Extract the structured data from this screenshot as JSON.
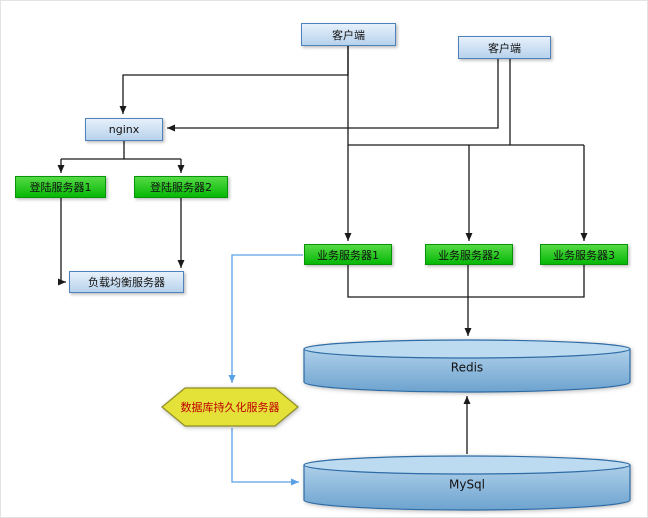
{
  "diagram": {
    "title": "client-nginx-business-server architecture diagram",
    "nodes": {
      "client1": {
        "label": "客户端",
        "type": "process"
      },
      "client2": {
        "label": "客户端",
        "type": "process"
      },
      "nginx": {
        "label": "nginx",
        "type": "process"
      },
      "login1": {
        "label": "登陆服务器1",
        "type": "server"
      },
      "login2": {
        "label": "登陆服务器2",
        "type": "server"
      },
      "load_balancer": {
        "label": "负载均衡服务器",
        "type": "process"
      },
      "biz1": {
        "label": "业务服务器1",
        "type": "server"
      },
      "biz2": {
        "label": "业务服务器2",
        "type": "server"
      },
      "biz3": {
        "label": "业务服务器3",
        "type": "server"
      },
      "redis": {
        "label": "Redis",
        "type": "database-cylinder"
      },
      "mysql": {
        "label": "MySql",
        "type": "database-cylinder"
      },
      "persistence": {
        "label": "数据库持久化服务器",
        "type": "hexagon"
      }
    },
    "edges": [
      {
        "from": "client1",
        "to": "nginx",
        "color": "black"
      },
      {
        "from": "client1",
        "to": "biz1",
        "color": "black"
      },
      {
        "from": "client2",
        "to": "nginx",
        "color": "black"
      },
      {
        "from": "client2",
        "to": "biz2",
        "color": "black"
      },
      {
        "from": "client2",
        "to": "biz3",
        "color": "black"
      },
      {
        "from": "nginx",
        "to": "login1",
        "color": "black"
      },
      {
        "from": "nginx",
        "to": "login2",
        "color": "black"
      },
      {
        "from": "login1",
        "to": "load_balancer",
        "color": "black"
      },
      {
        "from": "login2",
        "to": "load_balancer",
        "color": "black"
      },
      {
        "from": "biz1",
        "to": "redis",
        "color": "black"
      },
      {
        "from": "biz2",
        "to": "redis",
        "color": "black"
      },
      {
        "from": "biz3",
        "to": "redis",
        "color": "black"
      },
      {
        "from": "mysql",
        "to": "redis",
        "color": "black"
      },
      {
        "from": "biz1",
        "to": "persistence",
        "color": "blue"
      },
      {
        "from": "persistence",
        "to": "mysql",
        "color": "blue"
      }
    ],
    "colors": {
      "connector_black": "#1a1a1a",
      "connector_blue": "#5aa0e6",
      "green_node_border": "#089408",
      "blue_node_border": "#4f81bd",
      "cylinder_border": "#2e6ca6",
      "hexagon_fill": "#e4e139",
      "hexagon_border": "#8f8f25",
      "hexagon_text": "#c00000"
    }
  }
}
